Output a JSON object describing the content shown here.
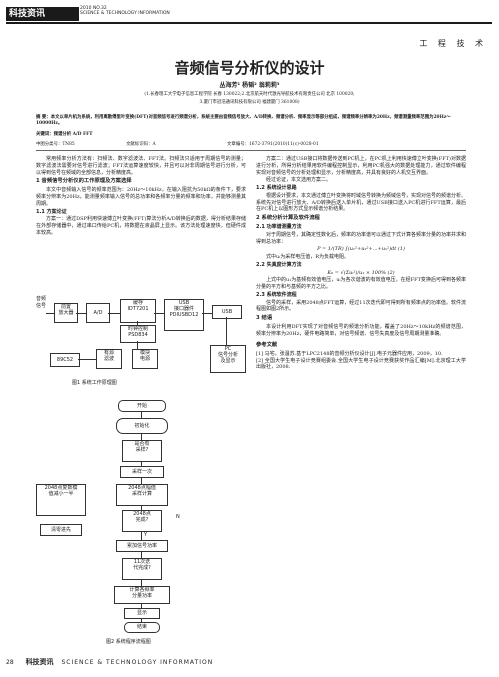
{
  "header": {
    "badge": "科技资讯",
    "issue": "2010 NO.32",
    "journal_en": "SCIENCE & TECHNOLOGY INFORMATION",
    "section": "工 程 技 术"
  },
  "article": {
    "title": "音频信号分析仪的设计",
    "authors": "丛海芳¹  杨韬²  翁莉莉³",
    "affiliation1": "(1.长春理工大学电子信息工程学院  长春  130022;2.北京航天时代激光导航技术有限责任公司  北京  100020;",
    "affiliation2": "3.厦门市冠浩通讯科技有限公司  福建厦门  361008)",
    "abstract": "摘 要：本文以单片机为系统，利用离散傅里叶变换(DFT)对音频信号进行频谱分析，系统主要由音频信号放大、A/D转换、频谱分析、频率显示等部分组成，频谱频率分辨率为20Hz，频谱测量频率范围为20Hz～10000Hz。",
    "keywords": "关键词：频谱分析  A/D  FFT",
    "clc": "中图分类号：TN85",
    "doc_code": "文献标识码：A",
    "article_no": "文章编号：1672-3791(2010)11(c)-0028-01"
  },
  "left_col": {
    "intro": "常用频率分析方法有：扫频法、数字滤波法、FFT法。扫频法只适用于周期信号的测量；数字滤波法需要对信号进行滤波；FFT法运算速度较快，并且可以对非周期信号进行分析，可以得到信号在频域的全部信息，分析精度高。",
    "s1": "1  音频信号分析仪的工作原理及方案选择",
    "s1_p": "本文中音频输入信号的频率范围为：20Hz～10kHz，在输入阻抗为50kΩ的条件下，要求频率分辨率为20Hz，能测量频率输入信号的总功率和各频率分量的频率和功率，并能够测量其周期。",
    "s11": "1.1 方案论证",
    "s11_p": "方案一：通过DSP利用快速傅立叶变换(FFT)算法分析A/D转换后的数据，得分析结果存储在外部存储器中，通过串口传给PC机，将数据在液晶屏上显示。该方法处理速度快，但硬件成本较高。",
    "fig1_caption": "图1  系统工作原理图",
    "fig2_caption": "图2  系统程序流程图"
  },
  "fig1": {
    "input": "音频\n信号",
    "amp": "前置\n放大器",
    "ad": "A/D",
    "cache": "缓存\nIDT7201",
    "clock": "时钟控制\nPSD834",
    "usb_if": "USB\n接口器件\nPDIUSBD12",
    "usb": "USB",
    "mcu": "89C52",
    "filter": "有源\n滤波",
    "power": "模块\n电源",
    "pc": "PC\n信号分析\n及显示"
  },
  "fig2": {
    "start": "开始",
    "init": "初始化",
    "check": "是否有\n采样?",
    "yes": "Y",
    "no": "N",
    "side1": "2048点复数模\n值减小一半",
    "side2": "清零进先",
    "collect": "采样一次",
    "calc": "2048点幅值\n采样计算",
    "cond": "2048点\n完成?",
    "sum": "累加信号功率",
    "iter": "11次迭\n代完成?",
    "spectrum": "计算各频率\n分量功率",
    "display": "显示",
    "end": "结束"
  },
  "right_col": {
    "p1": "方案二：通过USB接口将数据传送到PC机上，在PC机上利用快速傅立叶变换(FFT)对数据进行分析，所得分析结果用软件编程控制显示，利用PC机强大的数据处理能力，通过软件编程实现对音频信号的分析处理和显示，分析精度高，并具有良好的人机交互界面。",
    "p1b": "经过论证，本文选用方案二。",
    "s12": "1.2 系统设计思路",
    "s12_p": "根据设计要求，本文通过傅立叶变换将时域信号转换为频域信号，实现对信号的频谱分析。系统先对信号进行放大、A/D转换后送入单片机，通过USB接口送入PC机进行FFT运算，最后在PC机上以图形方式显示频谱分析结果。",
    "s2": "2  系统分析计算及软件流程",
    "s21": "2.1 功率谱测量方法",
    "s21_p": "对于周期信号，其确定性数化后，频率的功率谱可以通过下式计算各频率分量的功率并求和得到总功率：",
    "eq1": "P = 1/(TR) ∫(u₁²+u₂²+…+uₙ²)dt        (1)",
    "eq1_note": "式中uᵢ为采样电压值，R为负载电阻。",
    "s22": "2.2 失真度计算方法",
    "eq2": "K₀ = √(Σuᵢ²)/u₁ × 100%        (2)",
    "eq2_note": "上式中的u₁为基频有效值电压，uᵢ为各次谐波的有效值电压，在经FFT变换后可得到各频率分量的平方和与基频的平方之比。",
    "s23": "2.3 系统软件流程",
    "s23_p": "信号的采样，采用2048点FFT运算，经过11次迭代即可得到所有频率点的功率值。软件流程图如图2所示。",
    "s3": "3  结语",
    "s3_p": "本设计利用DFT实现了对音频信号的频谱分析功能，覆盖了20Hz～10kHz的频谱范围，频率分辨率为20Hz，硬件电路简单，对信号频谱、信号失真度及信号周期测量准确。",
    "refs_title": "参考文献",
    "ref1": "[1]  马宅，张温苏.基于LPC2148的音频分析仪设计[J].电子元器件应用，2009，10.",
    "ref2": "[2]  全国大学生电子设计竞赛组委会.全国大学生电子设计竞赛获奖作品汇编[M].北京理工大学出版社，2008."
  },
  "footer": {
    "page": "28",
    "journal": "科技资讯",
    "journal_en": "SCIENCE & TECHNOLOGY INFORMATION"
  }
}
